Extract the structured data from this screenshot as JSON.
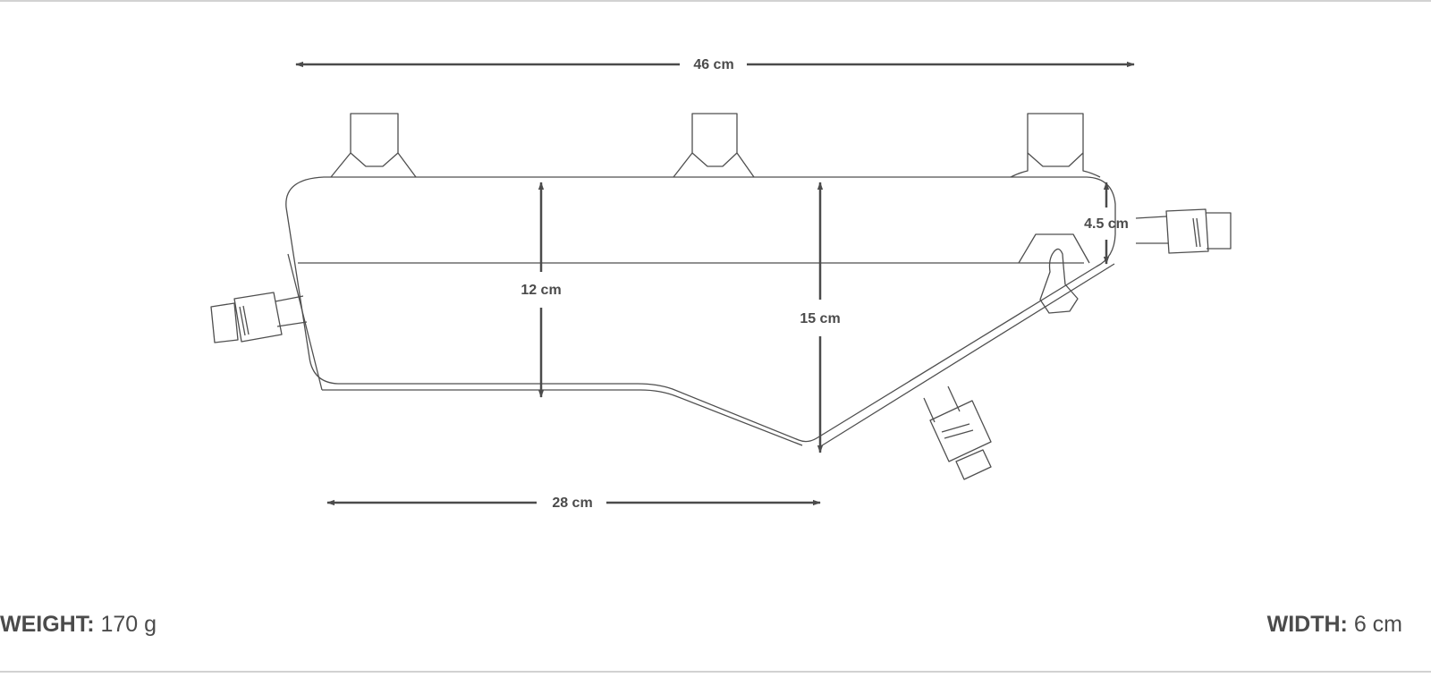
{
  "dimensions": {
    "overall_length": "46 cm",
    "bottom_length": "28 cm",
    "front_height": "12 cm",
    "max_height": "15 cm",
    "rear_height": "4.5 cm"
  },
  "specs": {
    "weight_label": "WEIGHT:",
    "weight_value": "170 g",
    "width_label": "WIDTH:",
    "width_value": "6 cm"
  },
  "colors": {
    "outline": "#4f4f4f",
    "text": "#4b4b4b",
    "rule": "#d2d2d2"
  }
}
